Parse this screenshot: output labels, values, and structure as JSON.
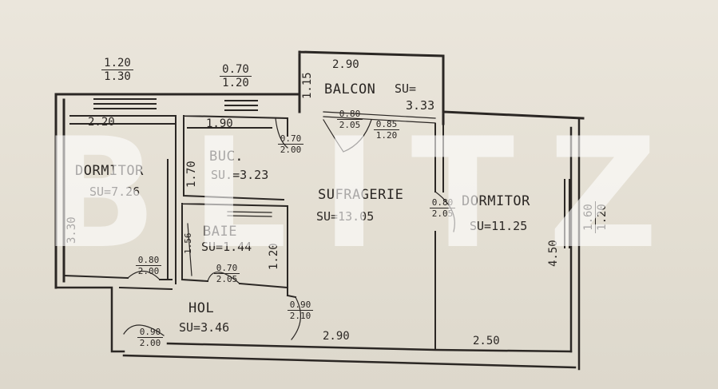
{
  "plan": {
    "rooms": {
      "dormitor_left": {
        "name": "DORMITOR",
        "area": "SU=7.26"
      },
      "bucatarie": {
        "name": "BUC.",
        "area": "SU.=3.23"
      },
      "baie": {
        "name": "BAIE",
        "area": "SU=1.44"
      },
      "sufragerie": {
        "name": "SUFRAGERIE",
        "area": "SU=13.05"
      },
      "dormitor_right": {
        "name": "DORMITOR",
        "area": "SU=11.25"
      },
      "hol": {
        "name": "HOL",
        "area": "SU=3.46"
      },
      "balcon": {
        "name": "BALCON",
        "area_label": "SU=",
        "area_value": "3.33"
      }
    },
    "window_dormitor_left": {
      "top": "1.20",
      "bottom": "1.30"
    },
    "window_bucatarie": {
      "top": "0.70",
      "bottom": "1.20"
    },
    "window_dormitor_right": {
      "top": "1.60",
      "bottom": "1.20"
    },
    "dims": {
      "balcon_width": "2.90",
      "balcon_depth": "1.15",
      "dormitor_width": "2.20",
      "bucatarie_width": "1.90",
      "dormitor_height": "3.30",
      "bucatarie_height": "1.70",
      "baie_height": "1.56",
      "baie_width": "1.20",
      "sufragerie_width": "2.90",
      "dormitor_right_width": "2.50",
      "dormitor_right_height": "4.50"
    },
    "doors": {
      "balcon_door_1": {
        "top": "0.80",
        "bottom": "2.05"
      },
      "balcon_door_2": {
        "top": "0.85",
        "bottom": "1.20"
      },
      "bucatarie_door": {
        "top": "0.70",
        "bottom": "2.00"
      },
      "dormitor_right_door": {
        "top": "0.80",
        "bottom": "2.05"
      },
      "dormitor_left_door": {
        "top": "0.80",
        "bottom": "2.00"
      },
      "baie_door": {
        "top": "0.70",
        "bottom": "2.05"
      },
      "sufragerie_door": {
        "top": "0.90",
        "bottom": "2.10"
      },
      "entrance_door": {
        "top": "0.90",
        "bottom": "2.00"
      }
    }
  },
  "watermark": "BLITZ"
}
